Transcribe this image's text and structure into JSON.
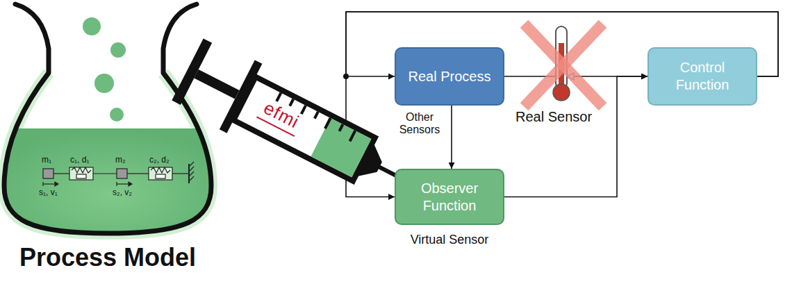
{
  "diagram": {
    "nodes": [
      {
        "text": [
          "Real Process"
        ]
      },
      {
        "text": [
          "Control Function"
        ]
      },
      {
        "text": [
          "Observer Function",
          "Virtual Sensor"
        ]
      }
    ],
    "edges": [
      {
        "from": 0,
        "to": 1,
        "arrow": "to"
      },
      {
        "from": 0,
        "to": 2,
        "label": "Other Sensors",
        "arrow": "to"
      },
      {
        "from": 2,
        "to": 1,
        "arrow": "to"
      },
      {
        "from": 1,
        "to": 0,
        "arrow": "to"
      },
      {
        "from": 1,
        "to": 2,
        "arrow": "to"
      }
    ],
    "labels": [
      "Process Model",
      "efmi",
      "Real Sensor",
      "m₁",
      "c₁, d₁",
      "m₂",
      "c₂, d₂",
      "s₁, v₁",
      "s₂, v₂"
    ]
  }
}
